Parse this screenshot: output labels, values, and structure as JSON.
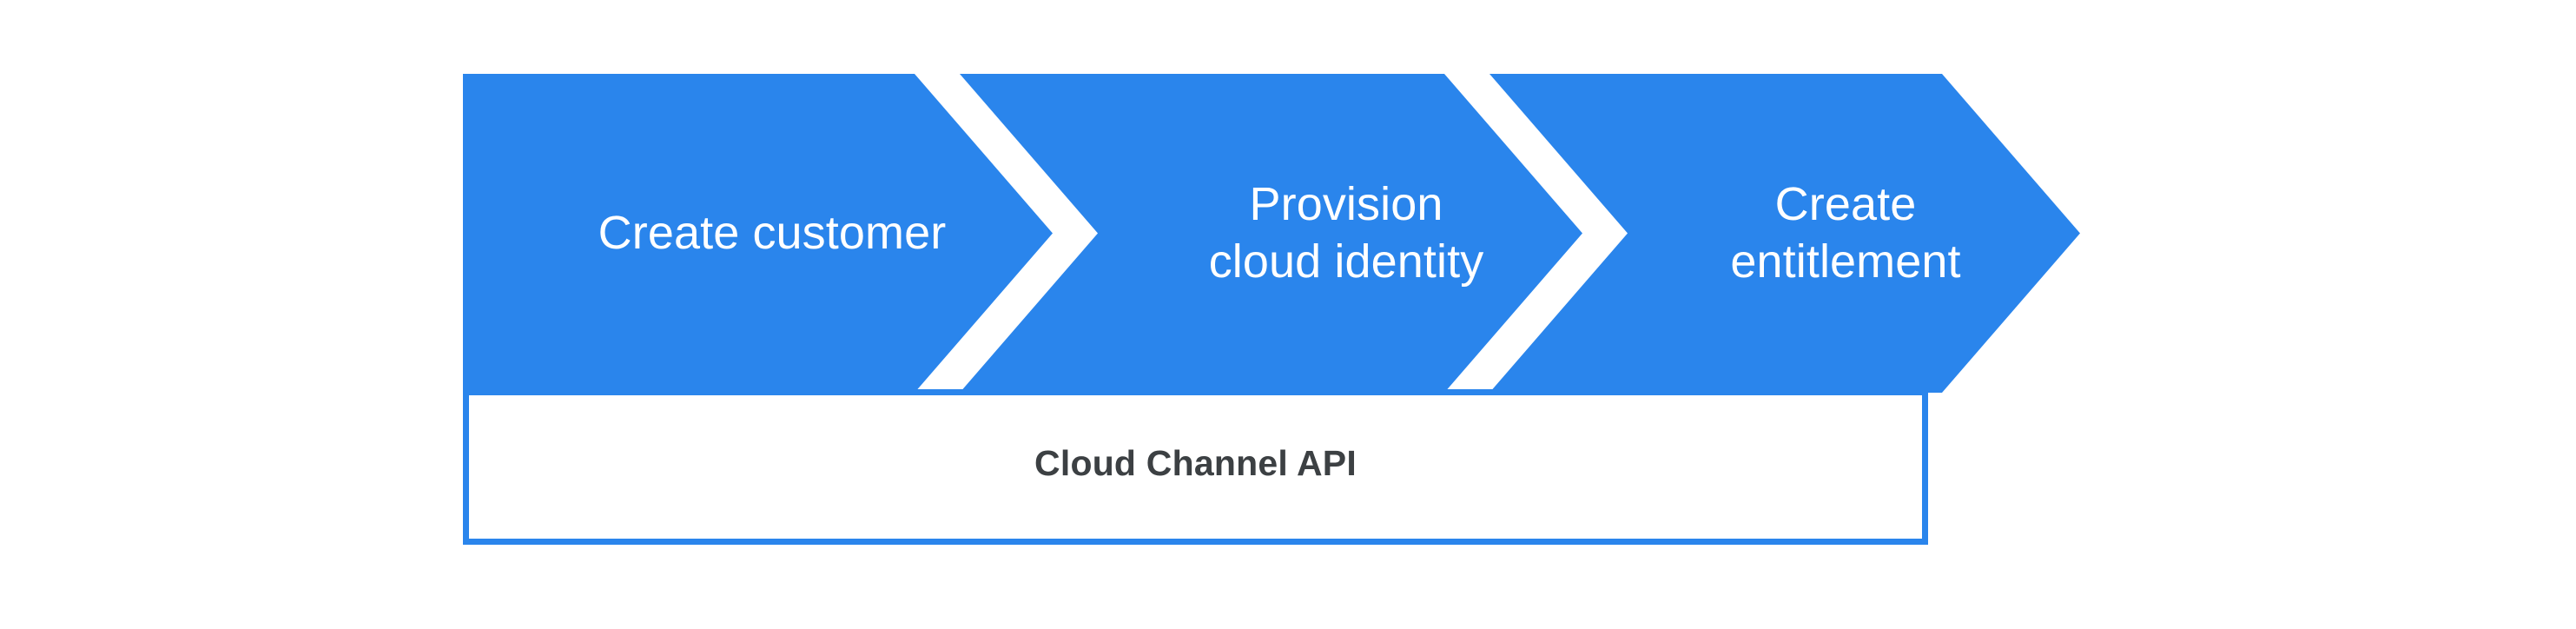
{
  "diagram": {
    "type": "chevron-process-flow",
    "title": "Cloud Channel API process flow",
    "colors": {
      "chevron_fill": "#2a85ec",
      "chevron_text": "#ffffff",
      "separator": "#ffffff",
      "api_bar_border": "#2a85ec",
      "api_bar_fill": "#ffffff",
      "api_bar_text": "#3c4043",
      "background": "#ffffff"
    },
    "steps": [
      {
        "index": 1,
        "label": "Create customer"
      },
      {
        "index": 2,
        "label": "Provision\ncloud identity"
      },
      {
        "index": 3,
        "label": "Create\nentitlement"
      }
    ],
    "footer": {
      "label": "Cloud Channel API"
    }
  }
}
